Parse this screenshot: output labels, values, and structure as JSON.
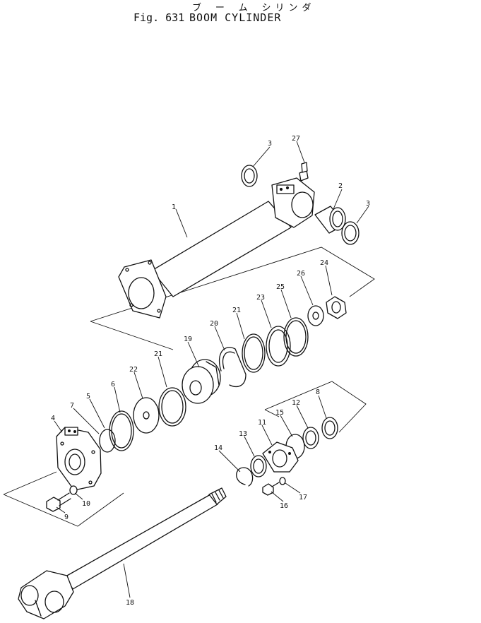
{
  "header": {
    "japanese_title": "ブ ー ム シリンダ",
    "figure_number": "Fig. 631",
    "title": "BOOM CYLINDER"
  },
  "callouts": {
    "p1": "1",
    "p2": "2",
    "p3a": "3",
    "p3b": "3",
    "p4": "4",
    "p5": "5",
    "p6": "6",
    "p7": "7",
    "p8": "8",
    "p9": "9",
    "p10": "10",
    "p11": "11",
    "p12": "12",
    "p13": "13",
    "p14": "14",
    "p15": "15",
    "p16": "16",
    "p17": "17",
    "p18": "18",
    "p19": "19",
    "p20": "20",
    "p21a": "21",
    "p21b": "21",
    "p22": "22",
    "p23": "23",
    "p24": "24",
    "p25": "25",
    "p26": "26",
    "p27": "27"
  }
}
